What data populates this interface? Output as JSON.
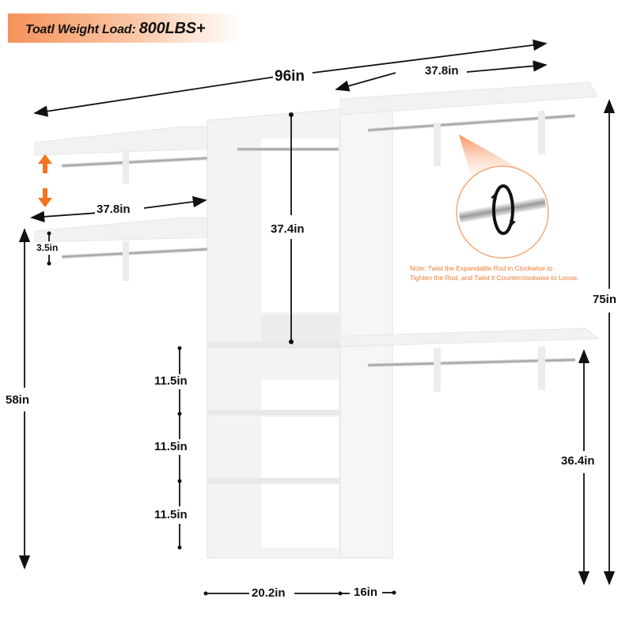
{
  "banner": {
    "label": "Toatl Weight Load:",
    "value": "800LBS+",
    "gradient_start": "#f6915a"
  },
  "dimensions": {
    "total_width": "96in",
    "top_right_shelf_width": "37.8in",
    "left_shelf_width": "37.8in",
    "center_opening_height": "37.4in",
    "left_shelf_spacing": "3.5in",
    "cubby_heights": [
      "11.5in",
      "11.5in",
      "11.5in"
    ],
    "left_height": "58in",
    "total_height": "75in",
    "right_lower_rod_height": "36.4in",
    "tower_width": "20.2in",
    "tower_depth": "16in"
  },
  "note": {
    "line1": "Note: Twist the Expandable Rod in Clockwise to",
    "line2": "Tighten the Rod, and Twist it Counterclockwise to Loose.",
    "color": "#f07a2e"
  },
  "icons": [
    "adjust-height-arrows-icon",
    "rotate-rod-icon"
  ]
}
